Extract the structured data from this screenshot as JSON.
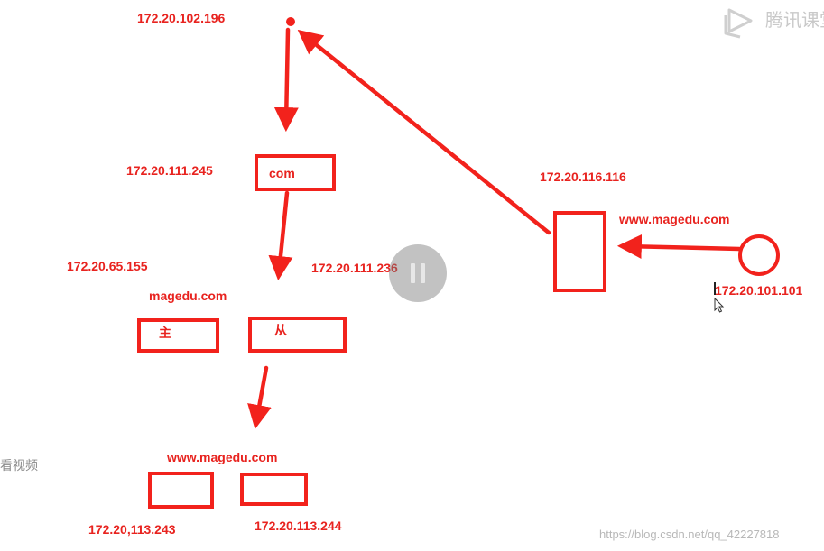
{
  "colors": {
    "accent": "#f2221c",
    "label": "#e8231f",
    "watermark": "#b8b8b8",
    "play_button": "#787878"
  },
  "labels": {
    "ip_top": "172.20.102.196",
    "ip_com": "172.20.111.245",
    "ip_master": "172.20.65.155",
    "ip_slave": "172.20.111.236",
    "zone_magedu": "magedu.com",
    "ip_cache": "172.20.116.116",
    "www_right": "www.magedu.com",
    "ip_client": "172.20.101.101",
    "www_bottom": "www.magedu.com",
    "ip_web1": "172.20,113.243",
    "ip_web2": "172.20.113.244"
  },
  "nodes": {
    "com": "com",
    "master": "主",
    "slave": "从"
  },
  "overlay": {
    "brand_text": "腾讯课堂",
    "brand_icon": "play-logo-icon",
    "side_label": "看视频",
    "watermark": "https://blog.csdn.net/qq_42227818",
    "play_icon": "pause-icon"
  }
}
